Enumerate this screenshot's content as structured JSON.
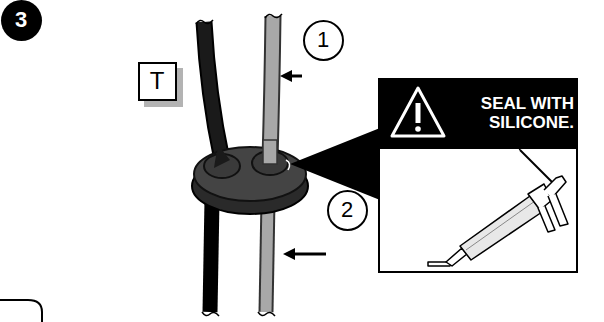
{
  "diagram": {
    "nodes": [
      {
        "text": [
          "3"
        ]
      },
      {
        "text": [
          "T"
        ]
      },
      {
        "text": [
          "1"
        ]
      },
      {
        "text": [
          "2"
        ]
      },
      {
        "text": [
          "SEAL WITH SILICONE."
        ]
      }
    ]
  }
}
